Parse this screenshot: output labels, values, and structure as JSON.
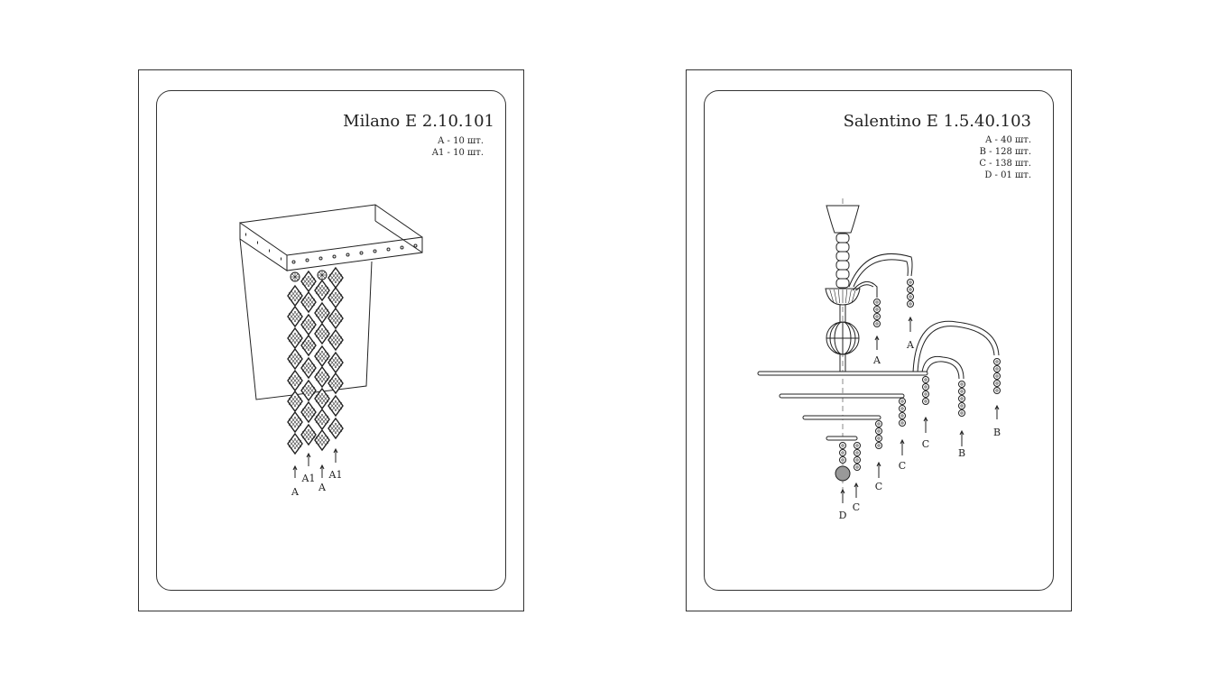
{
  "sheets": [
    {
      "title": "Milano E 2.10.101",
      "parts": [
        "A - 10 шт.",
        "A1 - 10 шт."
      ],
      "callouts": [
        "A",
        "A1",
        "A",
        "A1"
      ]
    },
    {
      "title": "Salentino E 1.5.40.103",
      "parts": [
        "A - 40 шт.",
        "B - 128 шт.",
        "C - 138 шт.",
        "D - 01 шт."
      ],
      "callouts": [
        "A",
        "A",
        "B",
        "B",
        "C",
        "C",
        "C",
        "C",
        "D"
      ]
    }
  ]
}
